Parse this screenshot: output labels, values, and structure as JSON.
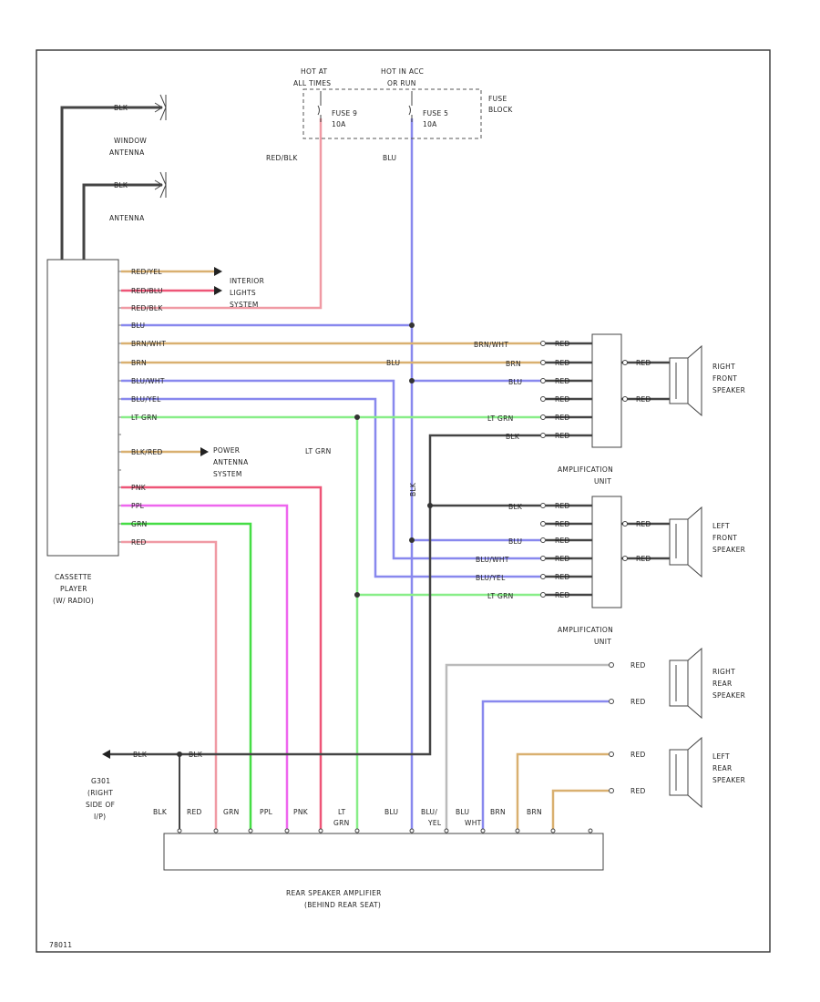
{
  "colors": {
    "RED": "#f09aa4",
    "PNK": "#ee5577",
    "PPL": "#ee66ee",
    "BLU": "#8888ee",
    "GRN": "#44dd44",
    "LTGRN": "#88ee88",
    "BRN": "#d9b070",
    "BLK": "#444444",
    "GRY": "#bbbbbb"
  },
  "fuse_block": {
    "hot_at": "HOT AT",
    "all_times": "ALL TIMES",
    "hot_in": "HOT IN ACC",
    "or_run": "OR RUN",
    "fuse_a1": "FUSE 9",
    "fuse_a2": "10A",
    "fuse_b1": "FUSE 5",
    "fuse_b2": "10A",
    "fb1": "FUSE",
    "fb2": "BLOCK",
    "w_redblk": "RED/BLK",
    "w_blu": "BLU"
  },
  "antennas": {
    "window_wire": "BLK",
    "window_1": "WINDOW",
    "window_2": "ANTENNA",
    "main_wire": "BLK",
    "main": "ANTENNA"
  },
  "cassette": {
    "l1": "CASSETTE",
    "l2": "PLAYER",
    "l3": "(W/ RADIO)"
  },
  "interior": {
    "l1": "INTERIOR",
    "l2": "LIGHTS",
    "l3": "SYSTEM"
  },
  "power_ant": {
    "l1": "POWER",
    "l2": "ANTENNA",
    "l3": "SYSTEM"
  },
  "left_wires": {
    "w1": "RED/YEL",
    "w2": "RED/BLU",
    "w3": "RED/BLK",
    "w4": "BLU",
    "w5": "BRN/WHT",
    "w6": "BRN",
    "w7": "BLU/WHT",
    "w8": "BLU/YEL",
    "w9": "LT GRN",
    "w10": "BLK/RED",
    "w11": "PNK",
    "w12": "PPL",
    "w13": "GRN",
    "w14": "RED"
  },
  "mid_labels": {
    "ltgrn": "LT GRN",
    "blu_junction": "BLU",
    "blk_vertical": "BLK"
  },
  "amp1": {
    "in1": "BRN/WHT",
    "in2": "BRN",
    "in3": "BLU",
    "in4": "LT GRN",
    "in5": "BLK",
    "title1": "AMPLIFICATION",
    "title2": "UNIT"
  },
  "amp2": {
    "in1": "BLK",
    "in2": "BLU",
    "in3": "BLU/WHT",
    "in4": "BLU/YEL",
    "in5": "LT GRN",
    "title1": "AMPLIFICATION",
    "title2": "UNIT"
  },
  "speakers": {
    "rf1": "RIGHT",
    "rf2": "FRONT",
    "rf3": "SPEAKER",
    "lf1": "LEFT",
    "lf2": "FRONT",
    "lf3": "SPEAKER",
    "rr1": "RIGHT",
    "rr2": "REAR",
    "rr3": "SPEAKER",
    "lr1": "LEFT",
    "lr2": "REAR",
    "lr3": "SPEAKER"
  },
  "pin_wire": "RED",
  "ground": {
    "w1": "BLK",
    "w2": "BLK",
    "g1": "G301",
    "g2": "(RIGHT",
    "g3": "SIDE OF",
    "g4": "I/P)"
  },
  "rear_amp": {
    "pins": [
      "BLK",
      "RED",
      "GRN",
      "PPL",
      "PNK",
      "LT",
      "BLU",
      "BLU/",
      "BLU",
      "BRN",
      "BRN"
    ],
    "pins2": [
      "GRN",
      "YEL",
      "WHT"
    ],
    "t1": "REAR SPEAKER AMPLIFIER",
    "t2": "(BEHIND REAR SEAT)"
  },
  "footer": "78011"
}
